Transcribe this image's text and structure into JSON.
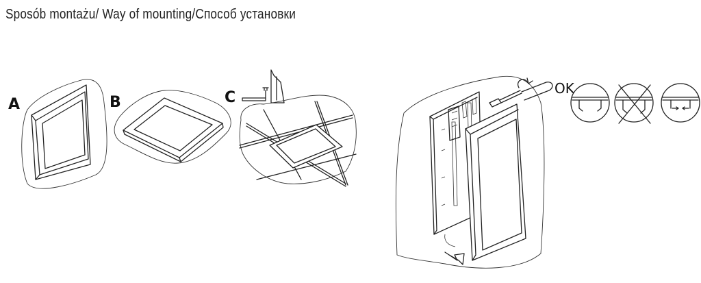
{
  "heading": "Sposób montażu/ Way of mounting/Способ установки",
  "options": [
    {
      "key": "a",
      "label": "A"
    },
    {
      "key": "b",
      "label": "B"
    },
    {
      "key": "c",
      "label": "C"
    }
  ],
  "screw_callout": {
    "label": "OK"
  },
  "spring_clip_details": [
    {
      "status": "correct"
    },
    {
      "status": "crossed-out"
    },
    {
      "status": "correct"
    }
  ]
}
